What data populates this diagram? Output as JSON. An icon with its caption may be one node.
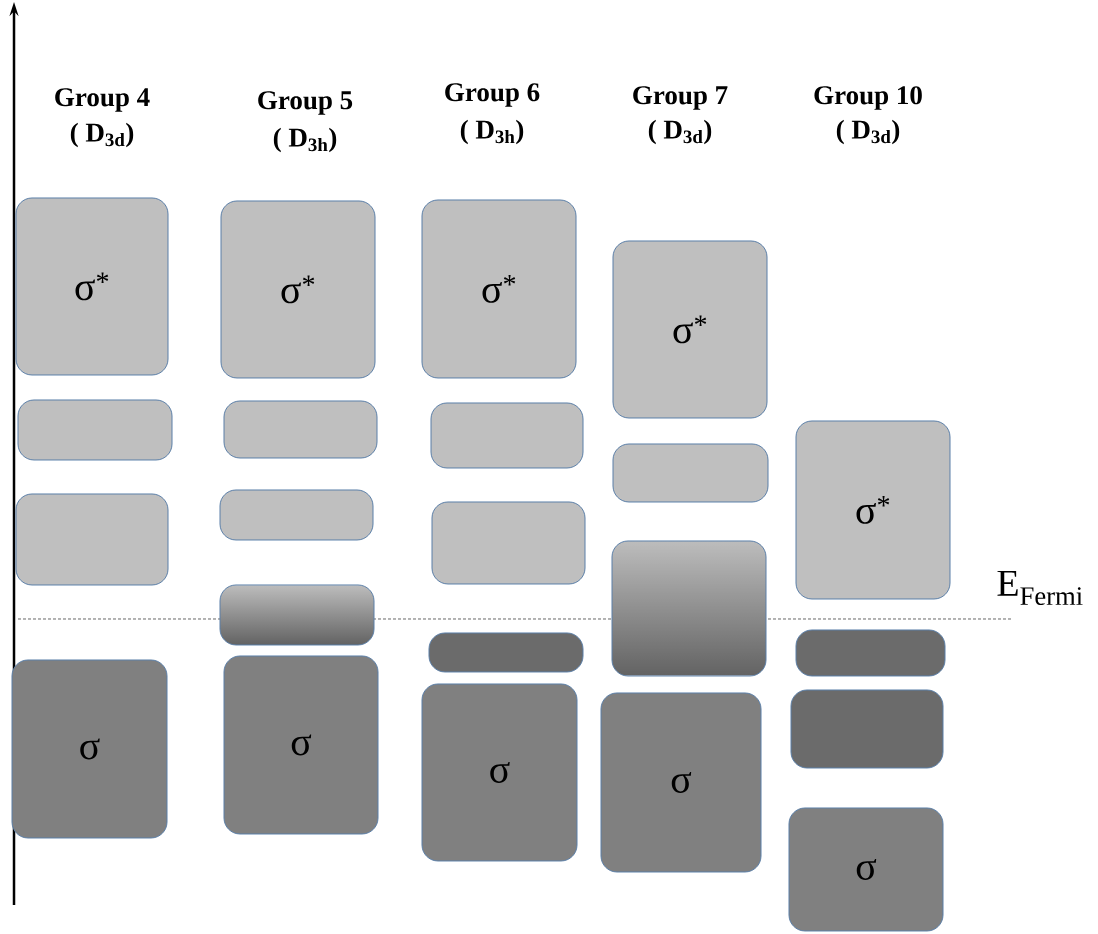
{
  "diagram": {
    "nodes": [
      {
        "text": [
          "σ$^{*}$"
        ]
      },
      {
        "text": [],
        "shape": "box"
      },
      {
        "text": [],
        "shape": "box"
      },
      {
        "text": [
          "σ"
        ]
      },
      {
        "text": [
          "σ$^{*}$"
        ]
      },
      {
        "text": [],
        "shape": "box"
      },
      {
        "text": [],
        "shape": "box"
      },
      {
        "text": [],
        "shape": "box"
      },
      {
        "text": [
          "σ"
        ]
      },
      {
        "text": [
          "σ$^{*}$"
        ]
      },
      {
        "text": [],
        "shape": "box"
      },
      {
        "text": [],
        "shape": "box"
      },
      {
        "text": [],
        "shape": "box"
      },
      {
        "text": [
          "σ"
        ]
      },
      {
        "text": [
          "σ$^{*}$"
        ]
      },
      {
        "text": [],
        "shape": "box"
      },
      {
        "text": [],
        "shape": "box"
      },
      {
        "text": [
          "σ"
        ]
      },
      {
        "text": [
          "σ$^{*}$"
        ]
      },
      {
        "text": [],
        "shape": "box"
      },
      {
        "text": [],
        "shape": "box"
      },
      {
        "text": [
          "σ"
        ]
      }
    ],
    "labels": [
      "Group 4",
      "( D$_{3d}$)",
      "Group 5",
      "( D$_{3h}$)",
      "Group 6",
      "( D$_{3h}$)",
      "Group 7",
      "( D$_{3d}$)",
      "Group 10",
      "( D$_{3d}$)",
      "E$_{Fermi}$"
    ]
  }
}
